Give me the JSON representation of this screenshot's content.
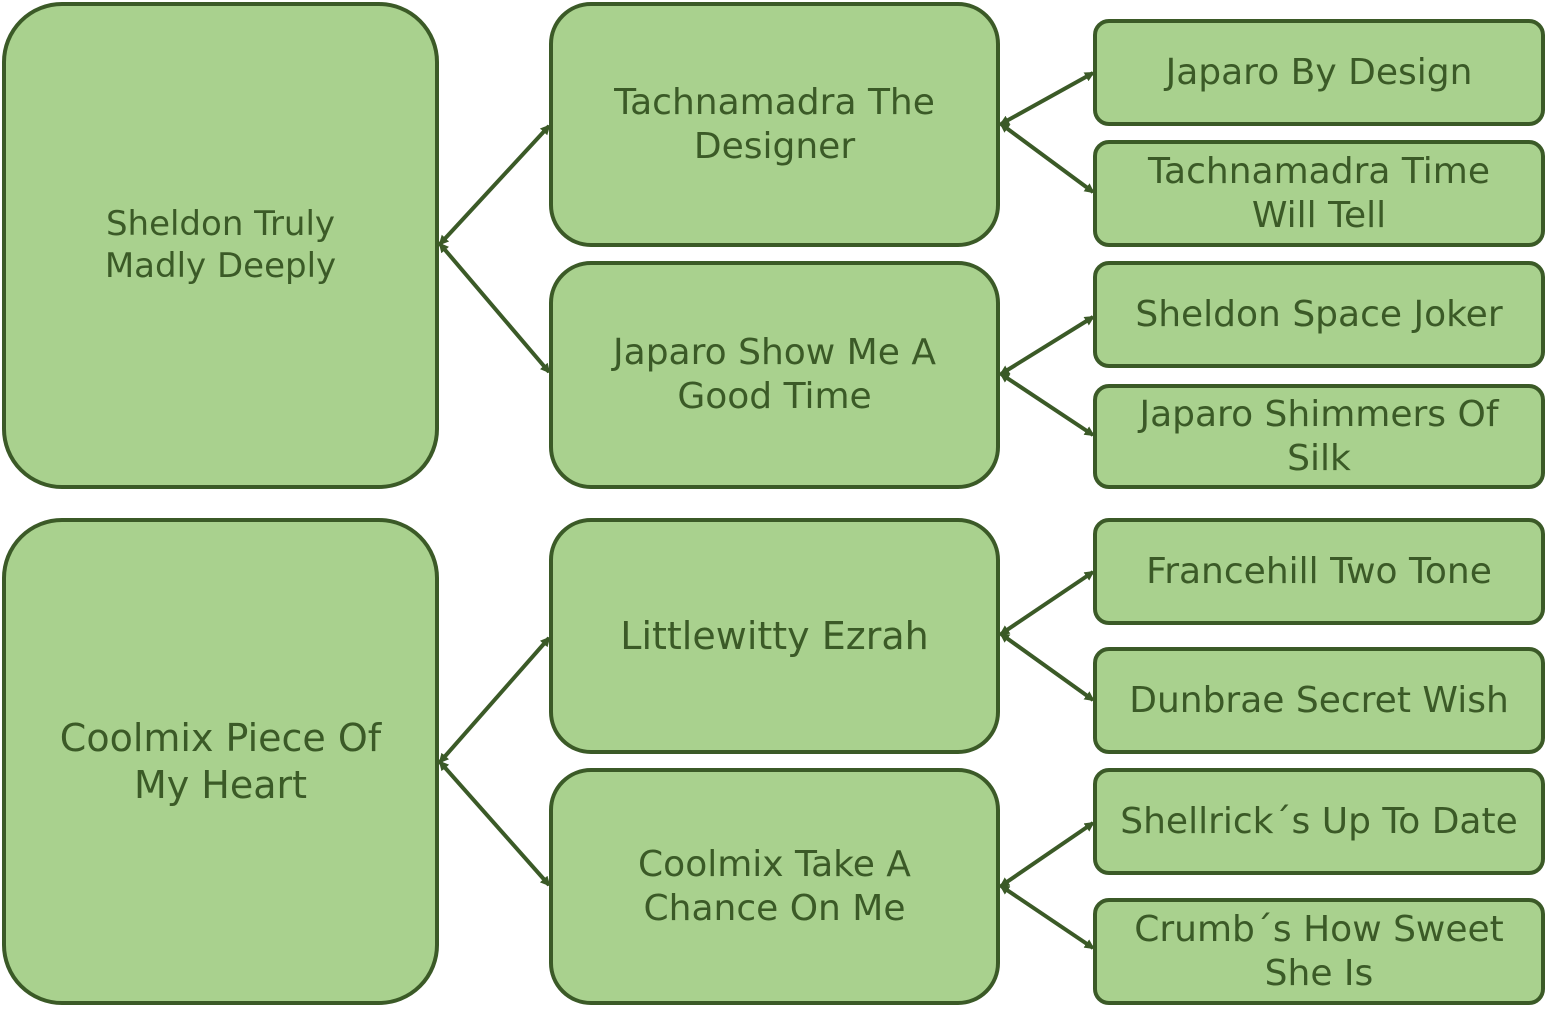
{
  "colors": {
    "fill": "#a9d18e",
    "stroke": "#3b5a27",
    "text": "#3b5a27"
  },
  "pedigrees": [
    {
      "name": "Sheldon Truly Madly Deeply",
      "parents": [
        {
          "name": "Tachnamadra The Designer",
          "parents": [
            {
              "name": "Japaro By Design"
            },
            {
              "name": "Tachnamadra Time Will Tell"
            }
          ]
        },
        {
          "name": "Japaro Show Me A Good Time",
          "parents": [
            {
              "name": "Sheldon Space Joker"
            },
            {
              "name": "Japaro Shimmers Of Silk"
            }
          ]
        }
      ]
    },
    {
      "name": "Coolmix Piece Of My Heart",
      "parents": [
        {
          "name": "Littlewitty Ezrah",
          "parents": [
            {
              "name": "Francehill Two Tone"
            },
            {
              "name": "Dunbrae Secret Wish"
            }
          ]
        },
        {
          "name": "Coolmix Take A Chance On Me",
          "parents": [
            {
              "name": "Shellrick´s Up To Date"
            },
            {
              "name": "Crumb´s How Sweet She Is"
            }
          ]
        }
      ]
    }
  ]
}
